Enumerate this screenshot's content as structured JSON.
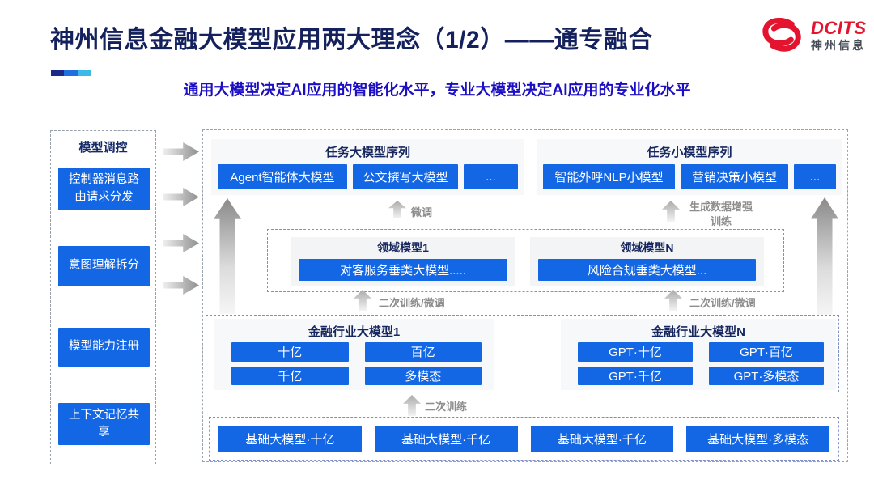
{
  "header": {
    "title": "神州信息金融大模型应用两大理念（1/2）——通专融合",
    "subtitle": "通用大模型决定AI应用的智能化水平，专业大模型决定AI应用的专业化水平",
    "logo": {
      "brand": "DCITS",
      "brand_cn": "神州信息"
    }
  },
  "sidebar": {
    "title": "模型调控",
    "items": [
      "控制器消息路由请求分发",
      "意图理解拆分",
      "模型能力注册",
      "上下文记忆共享"
    ]
  },
  "diagram": {
    "task_large": {
      "title": "任务大模型序列",
      "items": [
        "Agent智能体大模型",
        "公文撰写大模型",
        "..."
      ]
    },
    "task_small": {
      "title": "任务小模型序列",
      "items": [
        "智能外呼NLP小模型",
        "营销决策小模型",
        "..."
      ]
    },
    "domain1": {
      "title": "领域模型1",
      "item": "对客服务垂类大模型....."
    },
    "domainN": {
      "title": "领域模型N",
      "item": "风险合规垂类大模型..."
    },
    "industry1": {
      "title": "金融行业大模型1",
      "items": [
        "十亿",
        "百亿",
        "千亿",
        "多模态"
      ]
    },
    "industryN": {
      "title": "金融行业大模型N",
      "items": [
        "GPT·十亿",
        "GPT·百亿",
        "GPT·千亿",
        "GPT·多模态"
      ]
    },
    "base": {
      "items": [
        "基础大模型·十亿",
        "基础大模型·千亿",
        "基础大模型·千亿",
        "基础大模型·多模态"
      ]
    },
    "labels": {
      "fine_tune": "微调",
      "data_aug": "生成数据增强训练",
      "retrain_ft": "二次训练/微调",
      "retrain": "二次训练"
    }
  },
  "colors": {
    "button_blue": "#1467E4",
    "title_navy": "#14215C",
    "subtitle_blue": "#1B0EC4",
    "brand_red": "#E5142E"
  }
}
